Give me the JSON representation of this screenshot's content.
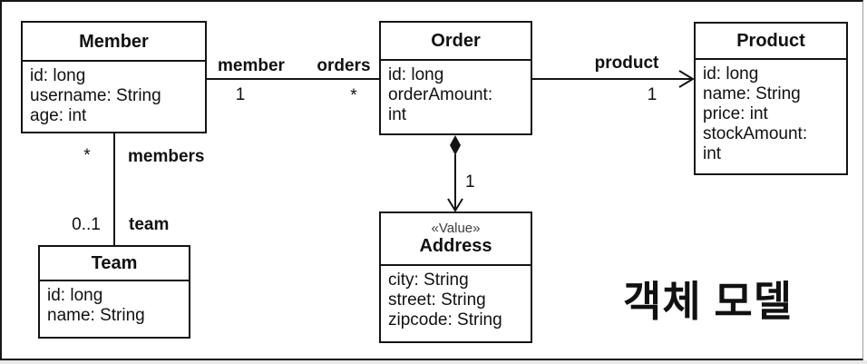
{
  "classes": {
    "member": {
      "title": "Member",
      "attributes": [
        "id: long",
        "username: String",
        "age: int"
      ]
    },
    "order": {
      "title": "Order",
      "attributes": [
        "id: long",
        "orderAmount: int"
      ]
    },
    "product": {
      "title": "Product",
      "attributes": [
        "id: long",
        "name: String",
        "price: int",
        "stockAmount: int"
      ]
    },
    "team": {
      "title": "Team",
      "attributes": [
        "id: long",
        "name: String"
      ]
    },
    "address": {
      "stereotype": "«Value»",
      "title": "Address",
      "attributes": [
        "city: String",
        "street: String",
        "zipcode: String"
      ]
    }
  },
  "associations": {
    "member_order": {
      "role_left": "member",
      "mult_left": "1",
      "role_right": "orders",
      "mult_right": "*"
    },
    "order_product": {
      "role": "product",
      "mult": "1"
    },
    "member_team": {
      "mult_top": "*",
      "role_top": "members",
      "mult_bottom": "0..1",
      "role_bottom": "team"
    },
    "order_address": {
      "mult": "1"
    }
  },
  "caption": {
    "text": "객체 모델"
  },
  "colors": {
    "line": "#141414",
    "background": "#ffffff"
  }
}
